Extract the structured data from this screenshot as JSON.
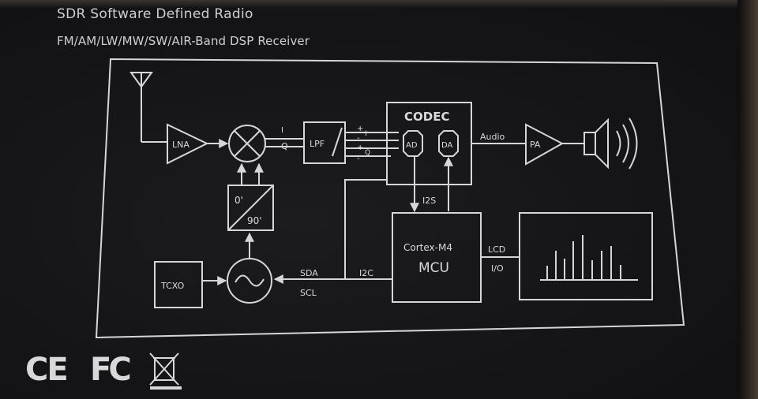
{
  "header": {
    "title": "SDR  Software Defined Radio",
    "subtitle": "FM/AM/LW/MW/SW/AIR-Band DSP Receiver"
  },
  "blocks": {
    "lna": "LNA",
    "lpf": "LPF",
    "codec": "CODEC",
    "ad": "AD",
    "da": "DA",
    "pa": "PA",
    "phase_0": "0'",
    "phase_90": "90'",
    "tcxo": "TCXO",
    "mcu_line1": "Cortex-M4",
    "mcu_line2": "MCU"
  },
  "signals": {
    "i": "I",
    "q": "Q",
    "plus": "+",
    "minus": "-",
    "i_out": "I",
    "q_out": "Q",
    "audio": "Audio",
    "i2s": "I2S",
    "i2c": "I2C",
    "sda": "SDA",
    "scl": "SCL",
    "lcd": "LCD",
    "io": "I/O"
  },
  "compliance": {
    "ce": "CE",
    "fc": "FC"
  },
  "colors": {
    "panel": "#151517",
    "print": "#d6d6d6"
  }
}
